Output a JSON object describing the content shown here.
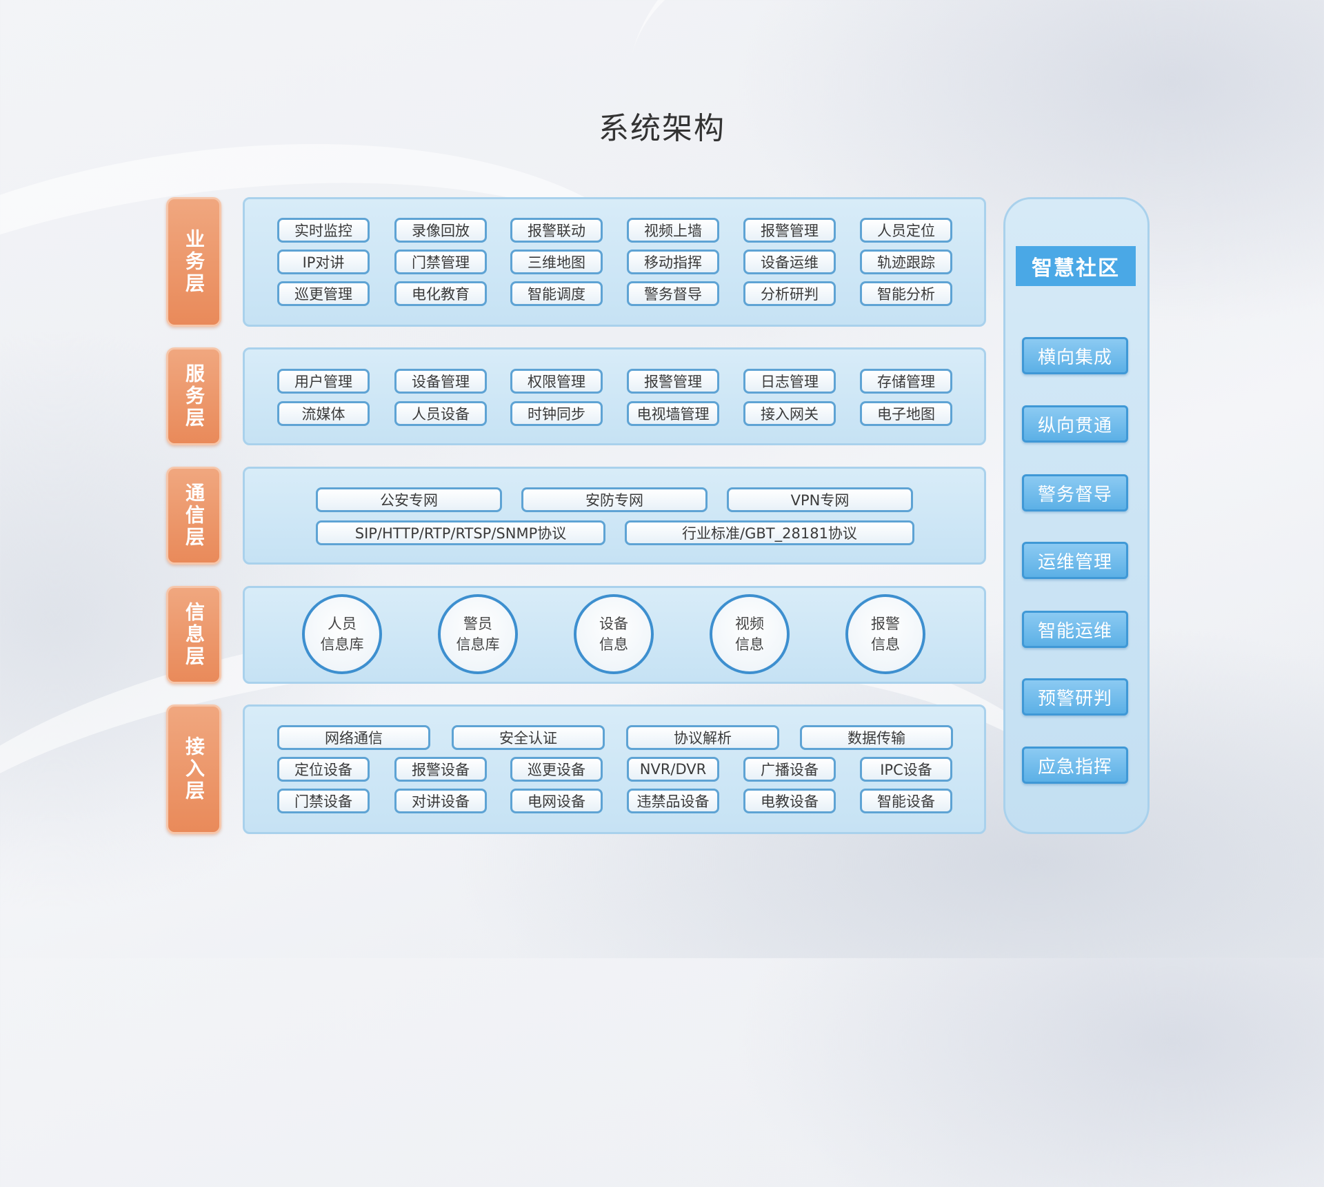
{
  "title": "系统架构",
  "layers": [
    {
      "id": "business",
      "label": "业务层",
      "rows": [
        [
          "实时监控",
          "录像回放",
          "报警联动",
          "视频上墙",
          "报警管理",
          "人员定位"
        ],
        [
          "IP对讲",
          "门禁管理",
          "三维地图",
          "移动指挥",
          "设备运维",
          "轨迹跟踪"
        ],
        [
          "巡更管理",
          "电化教育",
          "智能调度",
          "警务督导",
          "分析研判",
          "智能分析"
        ]
      ]
    },
    {
      "id": "service",
      "label": "服务层",
      "rows": [
        [
          "用户管理",
          "设备管理",
          "权限管理",
          "报警管理",
          "日志管理",
          "存储管理"
        ],
        [
          "流媒体",
          "人员设备",
          "时钟同步",
          "电视墙管理",
          "接入网关",
          "电子地图"
        ]
      ]
    },
    {
      "id": "comm",
      "label": "通信层",
      "rows": [
        [
          "公安专网",
          "安防专网",
          "VPN专网"
        ],
        [
          "SIP/HTTP/RTP/RTSP/SNMP协议",
          "行业标准/GBT_28181协议"
        ]
      ]
    },
    {
      "id": "info",
      "label": "信息层",
      "circles": [
        [
          "人员",
          "信息库"
        ],
        [
          "警员",
          "信息库"
        ],
        [
          "设备",
          "信息"
        ],
        [
          "视频",
          "信息"
        ],
        [
          "报警",
          "信息"
        ]
      ]
    },
    {
      "id": "access",
      "label": "接入层",
      "rows": [
        [
          "网络通信",
          "安全认证",
          "协议解析",
          "数据传输"
        ],
        [
          "定位设备",
          "报警设备",
          "巡更设备",
          "NVR/DVR",
          "广播设备",
          "IPC设备"
        ],
        [
          "门禁设备",
          "对讲设备",
          "电网设备",
          "违禁品设备",
          "电教设备",
          "智能设备"
        ]
      ]
    }
  ],
  "side_panel": {
    "title": "智慧社区",
    "items": [
      "横向集成",
      "纵向贯通",
      "警务督导",
      "运维管理",
      "智能运维",
      "预警研判",
      "应急指挥"
    ]
  }
}
